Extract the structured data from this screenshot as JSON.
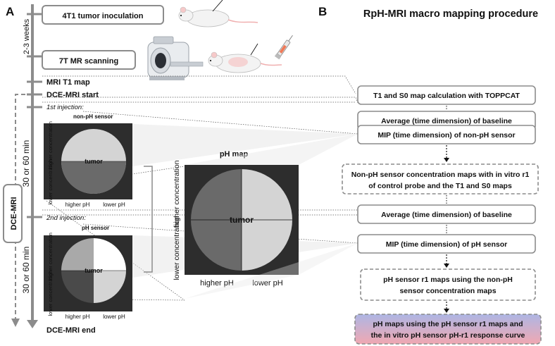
{
  "panel_a": {
    "letter": "A",
    "timeline": {
      "inoculation": "4T1 tumor inoculation",
      "weeks": "2-3 weeks",
      "scanning": "7T MR scanning",
      "t1_map": "MRI T1 map",
      "dce_start": "DCE-MRI start",
      "injection_1": "1st injection:",
      "sensor_1": "non-pH sensor",
      "duration_1": "30 or 60 min",
      "injection_2": "2nd injection:",
      "sensor_2": "pH sensor",
      "duration_2": "30 or 60 min",
      "dce_label": "DCE-MRI",
      "dce_end": "DCE-MRI end"
    },
    "small_maps": {
      "y_higher": "higher concentration",
      "y_lower": "lower concentration",
      "x_higher": "higher pH",
      "x_lower": "lower pH",
      "center": "tumor"
    },
    "big_map": {
      "title": "pH map",
      "y_higher": "higher concentration",
      "y_lower": "lower concentration",
      "x_higher": "higher pH",
      "x_lower": "lower pH",
      "center": "tumor"
    }
  },
  "panel_b": {
    "letter": "B",
    "title": "RpH-MRI macro mapping procedure",
    "steps": {
      "s1": "T1 and S0 map calculation with TOPPCAT",
      "s2": "Average (time dimension) of baseline",
      "s3": "MIP (time dimension) of non-pH sensor",
      "s4_l1": "Non-pH sensor concentration maps with in vitro r1",
      "s4_l2": "of control probe and the T1 and S0 maps",
      "s5": "Average (time dimension) of baseline",
      "s6": "MIP (time dimension) of pH sensor",
      "s7_l1": "pH sensor r1 maps using the non-pH",
      "s7_l2": "sensor concentration maps",
      "s8_l1": "pH maps using the pH sensor r1 maps and",
      "s8_l2": "the in vitro pH sensor pH-r1 response curve"
    }
  },
  "colors": {
    "panel_bg": "#2d2d2d",
    "quad_light": "#d4d4d4",
    "quad_dark": "#6a6a6a",
    "quad_white": "#ffffff",
    "quad_mid": "#a9a9a9",
    "quad_darker": "#4a4a4a",
    "timeline_gray": "#8c8c8c",
    "gradient_top": "#aeb6e4",
    "gradient_bottom": "#f0a8b2"
  },
  "icons": [
    "mouse-icon",
    "mri-scanner-icon",
    "syringe-icon"
  ]
}
